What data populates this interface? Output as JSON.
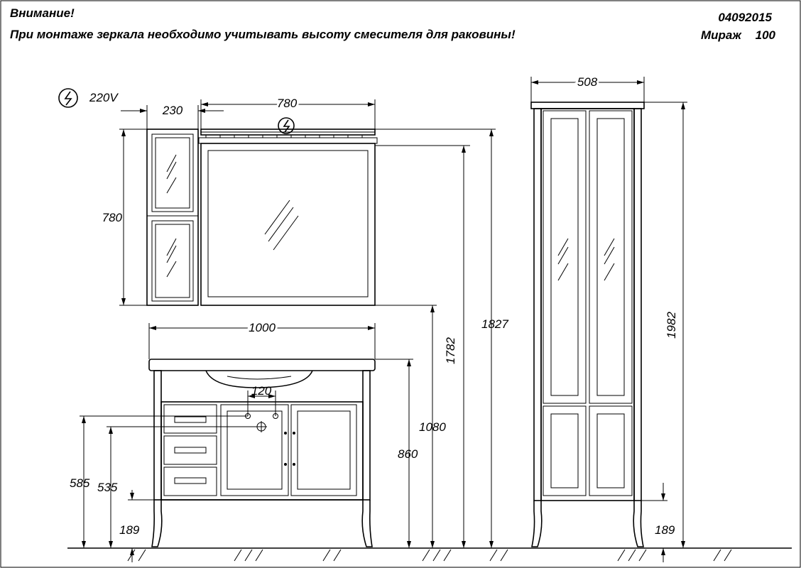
{
  "header": {
    "warning_title": "Внимание!",
    "warning_text": "При монтаже зеркала необходимо учитывать высоту смесителя для раковины!",
    "doc_code": "04092015",
    "model_name": "Мираж",
    "model_size": "100"
  },
  "power": {
    "label": "220V"
  },
  "dimensions": {
    "cabinet_width": "230",
    "mirror_width": "780",
    "mirror_height": "780",
    "mirror_top_height": "1827",
    "mirror_bottom_height": "1782",
    "vanity_width": "1000",
    "faucet_spacing": "120",
    "vanity_height": "1080",
    "basin_height": "860",
    "water_inlet_height": "585",
    "drain_height": "535",
    "leg_height_left": "189",
    "column_width": "508",
    "column_height": "1982",
    "leg_height_right": "189"
  }
}
